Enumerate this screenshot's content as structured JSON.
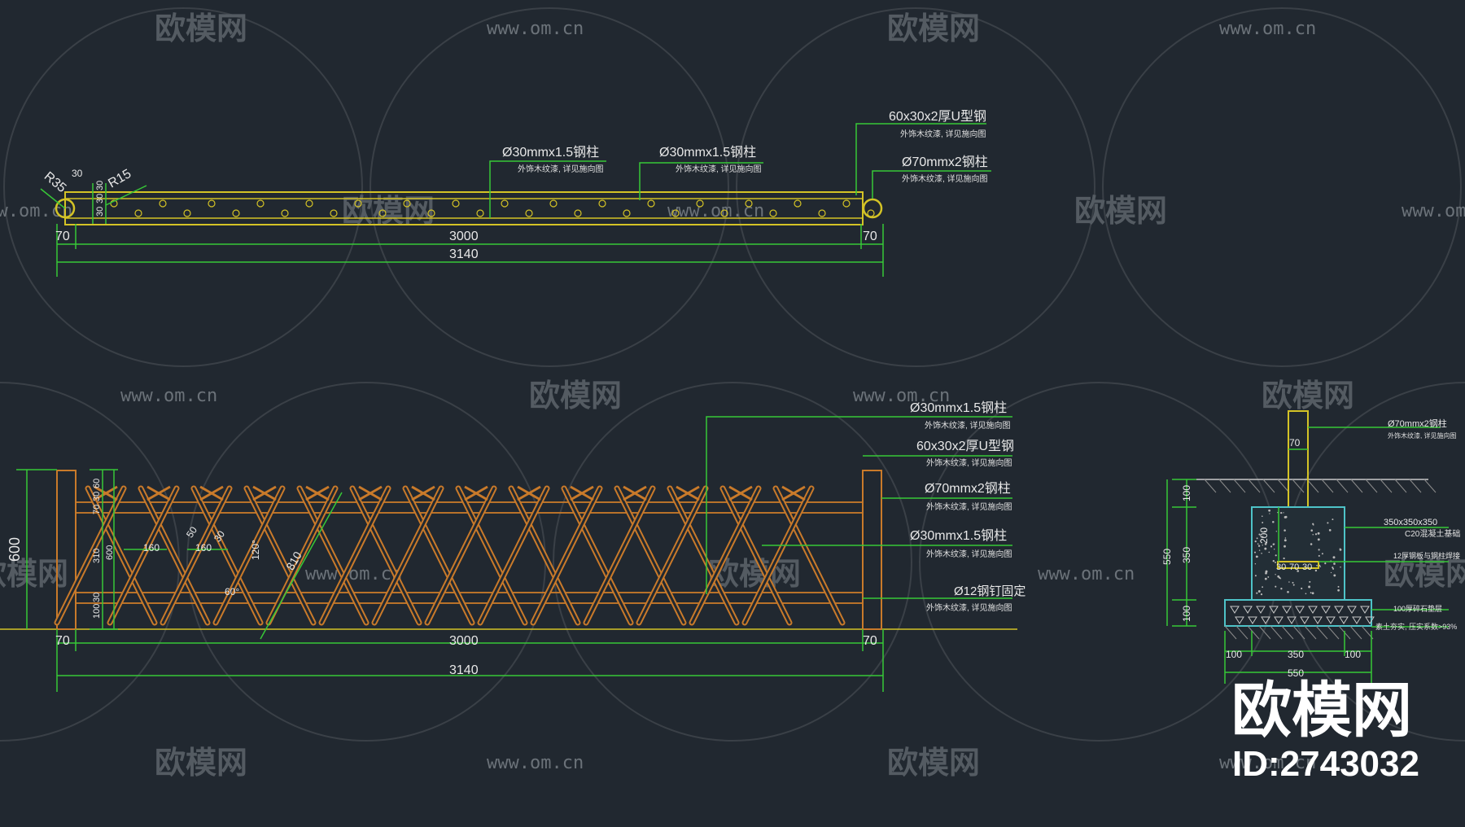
{
  "watermark": {
    "brand": "欧模网",
    "url": "www.om.cn"
  },
  "colors": {
    "background": "#212830",
    "dimension": "#17c617",
    "beam": "#d4c326",
    "bamboo": "#c97a2a",
    "concrete": "#4ec3c8",
    "leader": "#37c837"
  },
  "plan_view": {
    "radius_left": "R35",
    "radius_right": "R15",
    "dims": {
      "top": "30",
      "stack": [
        "30",
        "30",
        "30"
      ],
      "left": "70",
      "mid": "3000",
      "right": "70",
      "total": "3140"
    },
    "callouts": [
      {
        "title": "Ø30mmx1.5钢柱",
        "note": "外饰木纹漆, 详见施向图"
      },
      {
        "title": "Ø30mmx1.5钢柱",
        "note": "外饰木纹漆, 详见施向图"
      },
      {
        "title": "60x30x2厚U型钢",
        "note": "外饰木纹漆, 详见施向图"
      },
      {
        "title": "Ø70mmx2钢柱",
        "note": "外饰木纹漆, 详见施向图"
      }
    ]
  },
  "elevation_view": {
    "height": "600",
    "dims": {
      "left": "70",
      "mid": "3000",
      "right": "70",
      "total": "3140"
    },
    "vertical_dims": [
      "60",
      "30",
      "70",
      "310",
      "100",
      "30",
      "600"
    ],
    "angles": [
      "120°",
      "60°"
    ],
    "spacing": [
      "160",
      "160"
    ],
    "misc": [
      "50",
      "30",
      "810"
    ],
    "callouts": [
      {
        "title": "Ø30mmx1.5钢柱",
        "note": "外饰木纹漆, 详见施向图"
      },
      {
        "title": "60x30x2厚U型钢",
        "note": "外饰木纹漆, 详见施向图"
      },
      {
        "title": "Ø70mmx2钢柱",
        "note": "外饰木纹漆, 详见施向图"
      },
      {
        "title": "Ø30mmx1.5钢柱",
        "note": "外饰木纹漆, 详见施向图"
      },
      {
        "title": "Ø12钢钉固定",
        "note": "外饰木纹漆, 详见施向图"
      }
    ]
  },
  "section_view": {
    "post_label": "Ø70mmx2钢柱",
    "post_note": "外饰木纹漆, 详见施向图",
    "post_width": "70",
    "footing_label": "350x350x350",
    "footing_note": "C20混凝土基础",
    "bolt_label": "12厚钢板与钢柱焊接",
    "base_label": "100厚碎石垫层",
    "soil_label": "素土夯实, 压实系数>93%",
    "inner_dims": [
      "30",
      "70",
      "30"
    ],
    "depth_dims": [
      "100",
      "350",
      "100"
    ],
    "total_depth": "550",
    "embed": "200",
    "bottom_dims": [
      "100",
      "350",
      "100"
    ],
    "bottom_total": "550"
  },
  "id_block": {
    "title": "欧模网",
    "id": "ID:2743032"
  }
}
